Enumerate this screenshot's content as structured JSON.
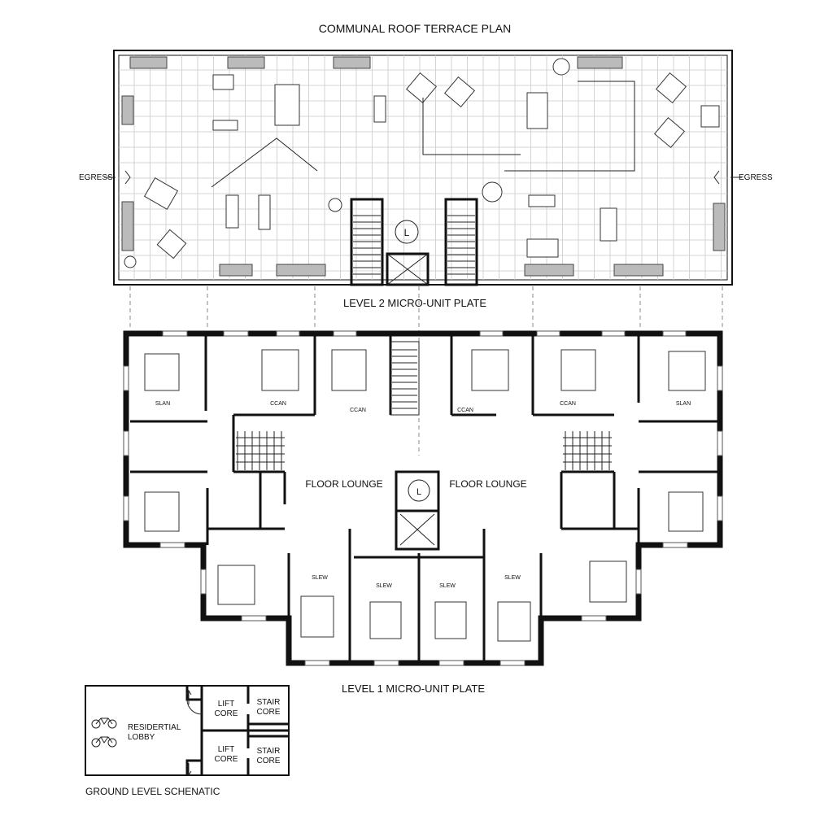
{
  "titles": {
    "roof": "COMMUNAL ROOF TERRACE PLAN",
    "level2": "LEVEL 2 MICRO-UNIT PLATE",
    "level1": "LEVEL 1 MICRO-UNIT PLATE",
    "ground": "GROUND LEVEL SCHENATIC"
  },
  "roof": {
    "egress_left": "EGRESS",
    "egress_right": "EGRESS",
    "lift_symbol": "L"
  },
  "level2": {
    "lounge_left": "FLOOR LOUNGE",
    "lounge_right": "FLOOR LOUNGE",
    "lift_symbol": "L",
    "rooms": [
      "SLAN",
      "CCAN",
      "CCAN",
      "CCAN",
      "CCAN",
      "SLAN",
      "SLEW",
      "SLEW",
      "SLEW",
      "SLEW"
    ]
  },
  "ground": {
    "lobby": "RESIDERTIAL LOBBY",
    "lift_core_1": "LIFT CORE",
    "lift_core_2": "LIFT CORE",
    "stair_core_1": "STAIR CORE",
    "stair_core_2": "STAIR CORE",
    "icons": [
      "bicycle-icon",
      "bicycle-icon"
    ]
  }
}
